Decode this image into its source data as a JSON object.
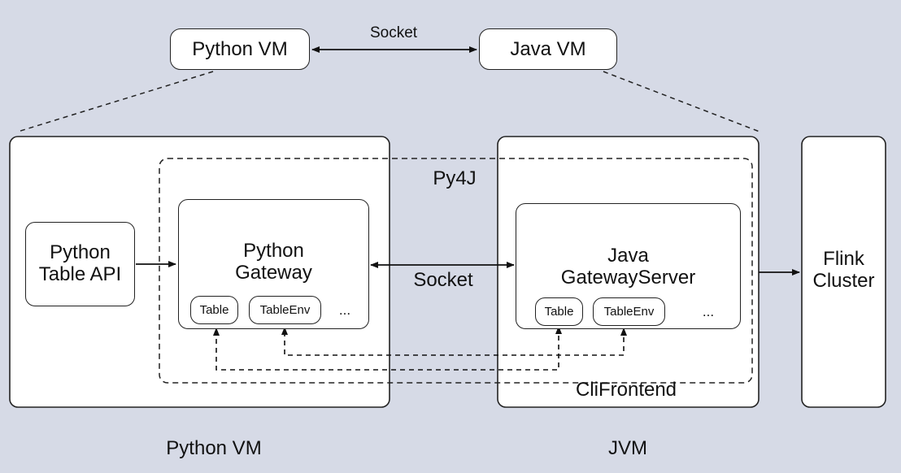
{
  "top": {
    "python_vm_label": "Python VM",
    "java_vm_label": "Java VM",
    "socket_label": "Socket"
  },
  "python_side": {
    "table_api_label": "Python\nTable API",
    "gateway": {
      "title": "Python\nGateway",
      "items": [
        "Table",
        "TableEnv",
        "..."
      ]
    },
    "container_label": "Python VM"
  },
  "middle": {
    "py4j_label": "Py4J",
    "socket_label": "Socket"
  },
  "java_side": {
    "gateway": {
      "title": "Java\nGatewayServer",
      "items": [
        "Table",
        "TableEnv",
        "..."
      ]
    },
    "clifrontend_label": "CliFrontend",
    "container_label": "JVM"
  },
  "cluster": {
    "label": "Flink\nCluster"
  }
}
